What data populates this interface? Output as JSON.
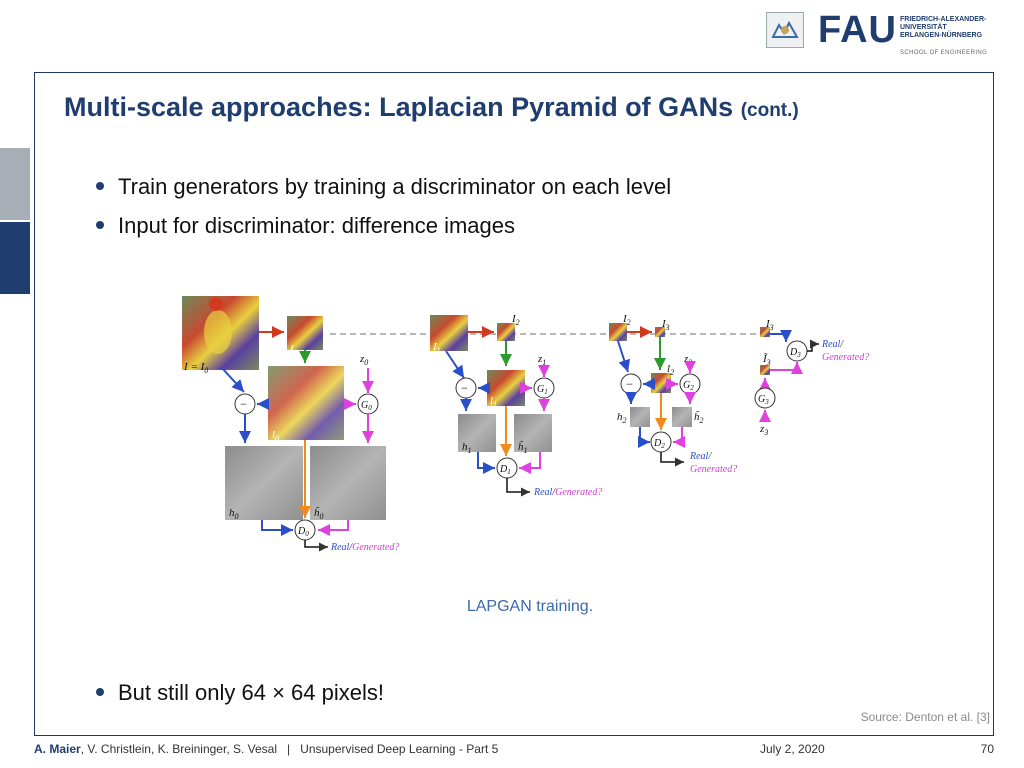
{
  "slide": {
    "title_main": "Multi-scale approaches: Laplacian Pyramid of GANs",
    "title_suffix": "(cont.)",
    "bullets": [
      "Train generators by training a discriminator on each level",
      "Input for discriminator: difference images",
      "But still only 64 × 64 pixels!"
    ],
    "caption": "LAPGAN training.",
    "source": "Source: Denton et al. [3]"
  },
  "logo": {
    "word": "FAU",
    "lines": [
      "FRIEDRICH-ALEXANDER-",
      "UNIVERSITÄT",
      "ERLANGEN-NÜRNBERG"
    ],
    "school": "SCHOOL OF ENGINEERING"
  },
  "footer": {
    "author_lead": "A. Maier",
    "authors_rest": ", V. Christlein, K. Breininger, S. Vesal",
    "separator": "|",
    "course": "Unsupervised Deep Learning - Part 5",
    "date": "July 2, 2020",
    "page": "70"
  },
  "diagram": {
    "labels": {
      "l0": "I = I",
      "l0_sub": "0",
      "i1": "I",
      "i1_sub": "1",
      "z0": "z",
      "z0_sub": "0",
      "g0": "G",
      "g0_sub": "0",
      "minus": "−",
      "l0_up": "l",
      "l0_up_sub": "0",
      "h0": "h",
      "h0_sub": "0",
      "h0t": "h̃",
      "h0t_sub": "0",
      "d0": "D",
      "d0_sub": "0",
      "i2": "I",
      "i2_sub": "2",
      "z1": "z",
      "z1_sub": "1",
      "g1": "G",
      "g1_sub": "1",
      "l1": "l",
      "l1_sub": "1",
      "h1": "h",
      "h1_sub": "1",
      "h1t": "h̃",
      "h1t_sub": "1",
      "d1": "D",
      "d1_sub": "1",
      "i3": "I",
      "i3_sub": "3",
      "z2": "z",
      "z2_sub": "2",
      "g2": "G",
      "g2_sub": "2",
      "l2": "l",
      "l2_sub": "2",
      "h2": "h",
      "h2_sub": "2",
      "h2t": "h̃",
      "h2t_sub": "2",
      "d2": "D",
      "d2_sub": "2",
      "z3": "z",
      "z3_sub": "3",
      "g3": "G",
      "g3_sub": "3",
      "i3t": "Ĩ",
      "i3t_sub": "3",
      "d3": "D",
      "d3_sub": "3",
      "real": "Real",
      "slash": "/",
      "generated": "Generated?"
    },
    "colors": {
      "down": "#d23a20",
      "up": "#2e9a2e",
      "blue": "#2a4fc8",
      "gen": "#e040e0",
      "orange": "#f08a1c",
      "dash": "#b8b8b8",
      "real": "#2a4fc8",
      "generated": "#d040d0"
    }
  }
}
